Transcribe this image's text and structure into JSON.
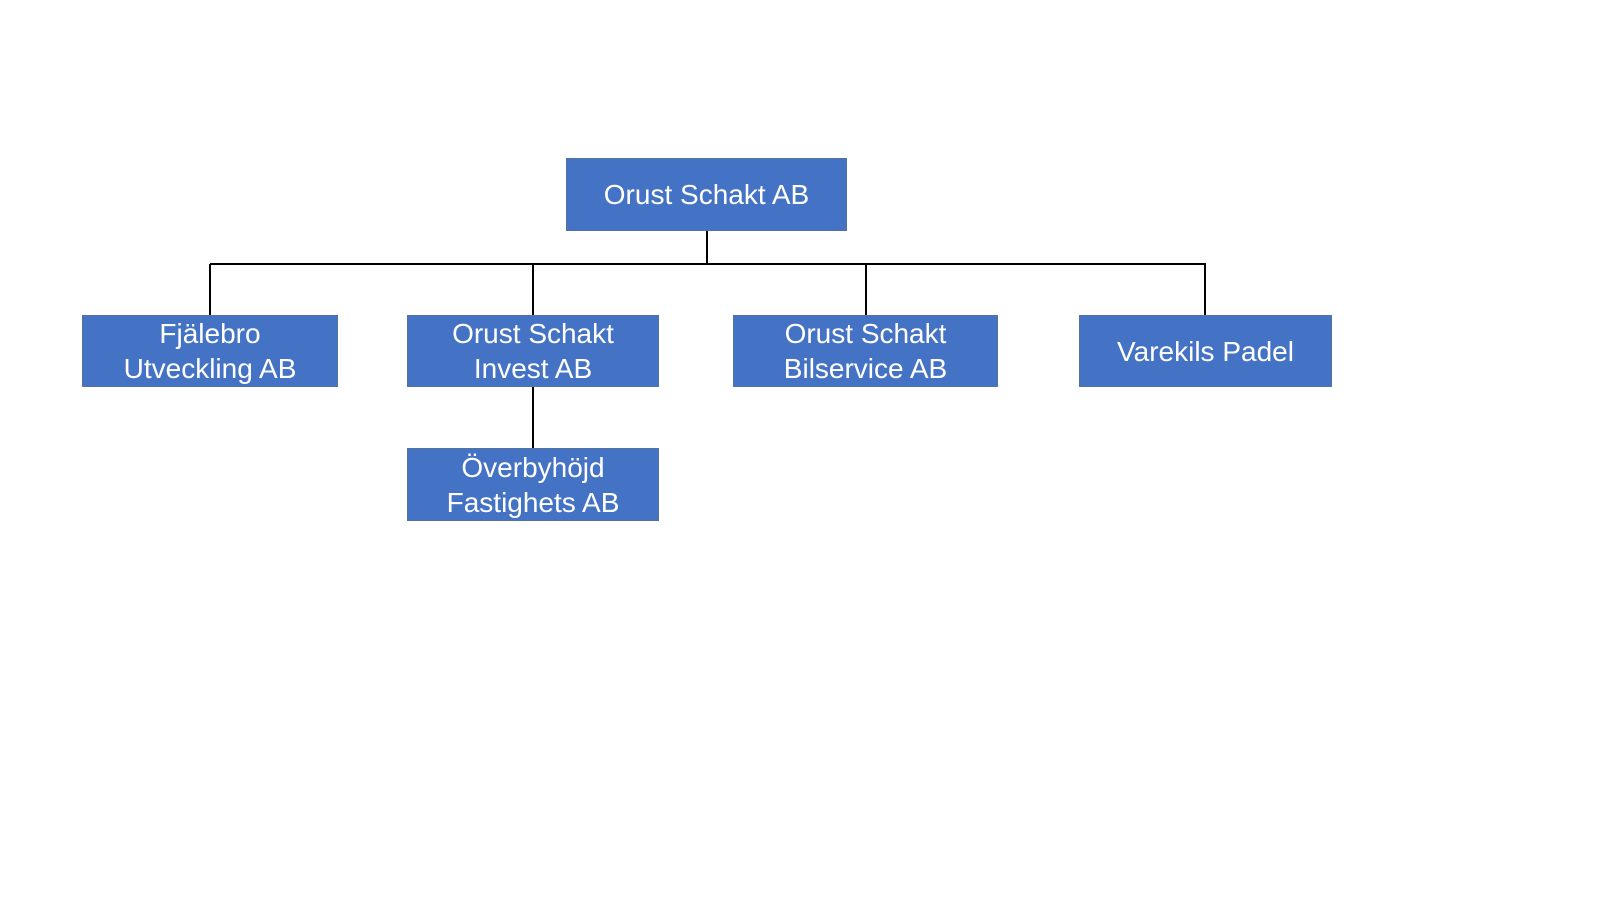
{
  "canvas": {
    "background": "#FFFFFF"
  },
  "style": {
    "node_fill": "#4472C4",
    "node_border": "#54749E",
    "node_text": "#FFFFFF",
    "connector": "#000000"
  },
  "chart_data": {
    "type": "org-chart",
    "title": "",
    "root": {
      "label": "Orust Schakt AB",
      "children": [
        {
          "label": "Fjälebro Utveckling AB"
        },
        {
          "label": "Orust Schakt Invest AB",
          "children": [
            {
              "label": "Överbyhöjd Fastighets AB"
            }
          ]
        },
        {
          "label": "Orust Schakt Bilservice AB"
        },
        {
          "label": "Varekils Padel"
        }
      ]
    }
  },
  "nodes": {
    "root": {
      "label": "Orust Schakt AB"
    },
    "children": [
      {
        "label": "Fjälebro\nUtveckling AB"
      },
      {
        "label": "Orust Schakt\nInvest AB",
        "children": [
          {
            "label": "Överbyhöjd\nFastighets AB"
          }
        ]
      },
      {
        "label": "Orust Schakt\nBilservice AB"
      },
      {
        "label": "Varekils Padel"
      }
    ]
  }
}
